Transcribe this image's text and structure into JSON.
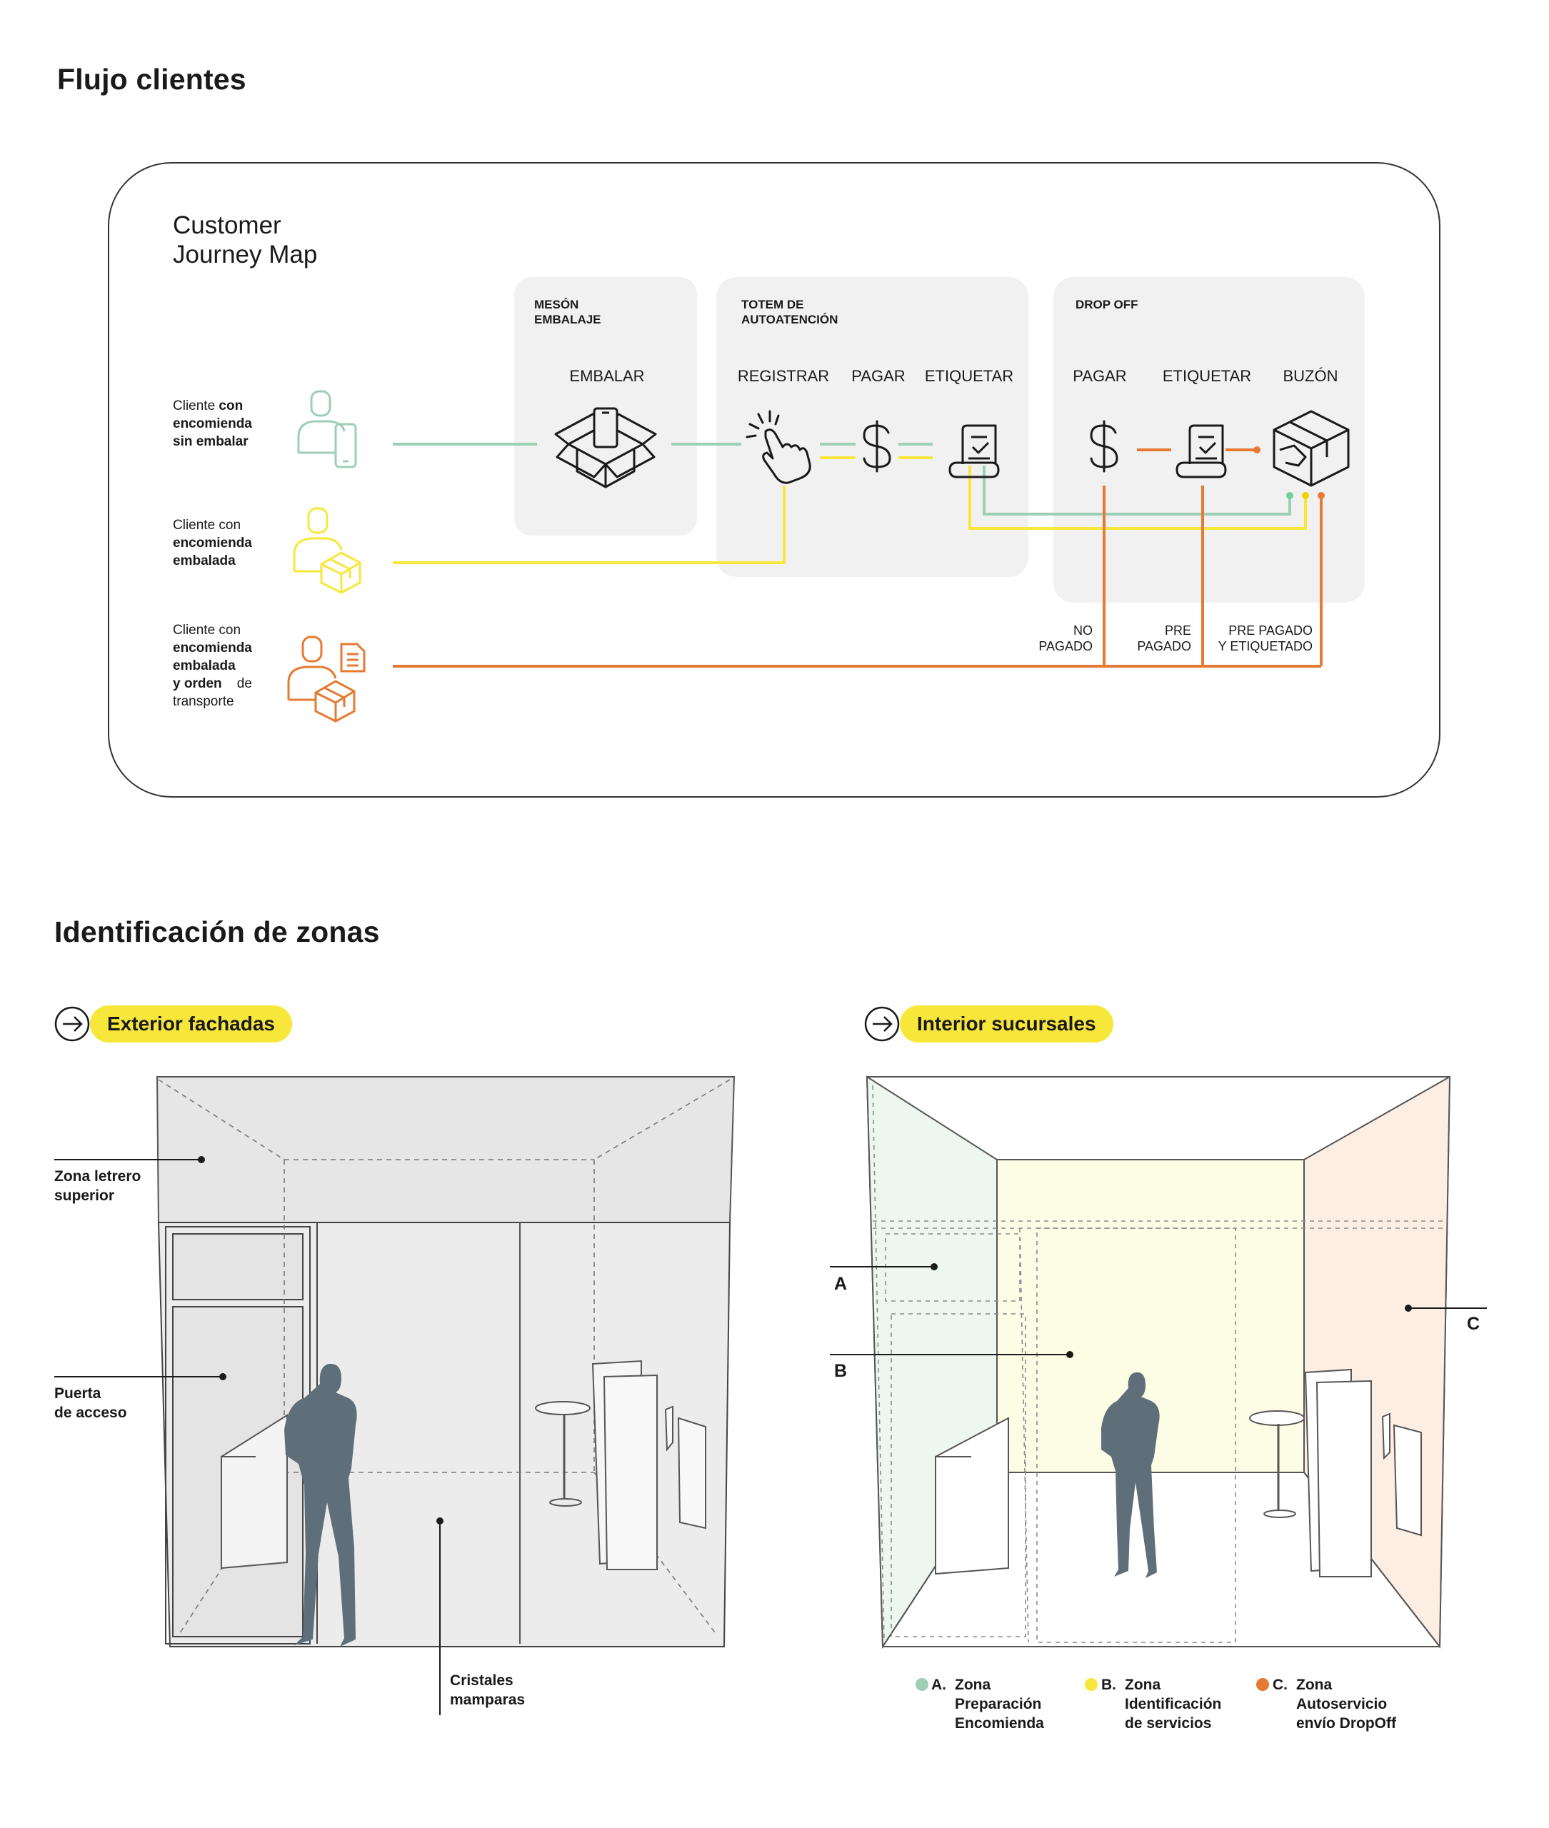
{
  "section1": {
    "title": "Flujo clientes"
  },
  "journey": {
    "title_line1": "Customer",
    "title_line2": "Journey Map",
    "stages": [
      {
        "title_line1": "MESÓN",
        "title_line2": "EMBALAJE",
        "steps": [
          "EMBALAR"
        ]
      },
      {
        "title_line1": "TOTEM DE",
        "title_line2": "AUTOATENCIÓN",
        "steps": [
          "REGISTRAR",
          "PAGAR",
          "ETIQUETAR"
        ]
      },
      {
        "title_line1": "DROP OFF",
        "title_line2": "",
        "steps": [
          "PAGAR",
          "ETIQUETAR",
          "BUZÓN"
        ]
      }
    ],
    "customers": [
      {
        "l1a": "Cliente ",
        "l1b": "con",
        "l2": "encomienda",
        "l3": "sin embalar",
        "color": "#9ccfb5"
      },
      {
        "l1a": "Cliente con",
        "l1b": "",
        "l2": "encomienda",
        "l3": "embalada",
        "color": "#f8e73b"
      },
      {
        "l1a": "Cliente con",
        "l1b": "",
        "l2": "encomienda",
        "l3": "embalada",
        "l4a": "y orden",
        "l4b": "de",
        "l5": "transporte",
        "color": "#e67a33"
      }
    ],
    "path_labels": [
      {
        "l1": "NO",
        "l2": "PAGADO"
      },
      {
        "l1": "PRE",
        "l2": "PAGADO"
      },
      {
        "l1": "PRE PAGADO",
        "l2": "Y ETIQUETADO"
      }
    ],
    "colors": {
      "green": "#9ccfb5",
      "yellow": "#f8e73b",
      "orange": "#e67a33",
      "panel": "#f1f1f1"
    }
  },
  "section2": {
    "title": "Identificación de zonas",
    "exterior": {
      "pill": "Exterior fachadas",
      "labels": {
        "sign_l1": "Zona letrero",
        "sign_l2": "superior",
        "door_l1": "Puerta",
        "door_l2": "de acceso",
        "glass_l1": "Cristales",
        "glass_l2": "mamparas"
      }
    },
    "interior": {
      "pill": "Interior sucursales",
      "letters": [
        "A",
        "B",
        "C"
      ]
    },
    "legend": [
      {
        "letter": "A.",
        "l1": "Zona",
        "l2": "Preparación",
        "l3": "Encomienda",
        "color": "#9ccfb5"
      },
      {
        "letter": "B.",
        "l1": "Zona",
        "l2": "Identificación",
        "l3": "de servicios",
        "color": "#f8e73b"
      },
      {
        "letter": "C.",
        "l1": "Zona",
        "l2": "Autoservicio",
        "l3": "envío DropOff",
        "color": "#e67a33"
      }
    ]
  }
}
